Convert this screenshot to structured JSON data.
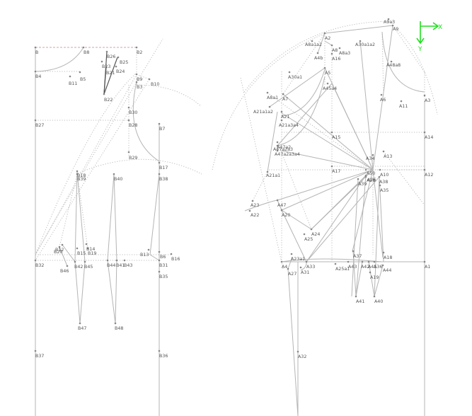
{
  "axis": {
    "x_label": "X",
    "y_label": "Y",
    "color": "#22dd22"
  },
  "colors": {
    "solid": "#b4b4b4",
    "dotted": "#bcbcbc",
    "dashed_red": "#d9a0a0",
    "dart": "#8a8a8a",
    "dart_dark": "#555555",
    "point": "#888888",
    "label": "#555555"
  },
  "labels": [
    "B",
    "B8",
    "B2",
    "B4",
    "B11",
    "B5",
    "B26",
    "B25",
    "B23",
    "B24",
    "B21",
    "B22",
    "B9",
    "B10",
    "B3",
    "B30",
    "B28",
    "B27",
    "B7",
    "B29",
    "B17",
    "B38",
    "B18",
    "B39",
    "B40",
    "B12",
    "B20",
    "B15",
    "B14",
    "B19",
    "B13",
    "B6",
    "B16",
    "B32",
    "B46",
    "B42",
    "B45",
    "B44",
    "B41",
    "B43",
    "B31",
    "B35",
    "B47",
    "B48",
    "B37",
    "B36",
    "A9a3",
    "A9",
    "A2",
    "A8a1a2",
    "A8",
    "A8a3",
    "A30a1a2",
    "A4b",
    "A16",
    "A48a8",
    "A5",
    "A45a4",
    "A30a1",
    "A8a1",
    "A7",
    "A6",
    "A11",
    "A3",
    "A21a1a2",
    "A21",
    "A21a3a4",
    "A15",
    "A14",
    "A47a2",
    "A47a2a3",
    "A47a2a3a4",
    "A34",
    "A13",
    "A17",
    "A21a1",
    "A10",
    "A12",
    "A23",
    "A47",
    "A50",
    "A22",
    "A20",
    "A24",
    "A25",
    "A23a1",
    "A27",
    "A4",
    "A31",
    "A33",
    "A37",
    "A25a1",
    "A43",
    "A42",
    "A45",
    "A36",
    "A18",
    "A1",
    "A44",
    "A19",
    "A41",
    "A40",
    "A32",
    "A38",
    "A39",
    "A28",
    "A35",
    "A26"
  ]
}
